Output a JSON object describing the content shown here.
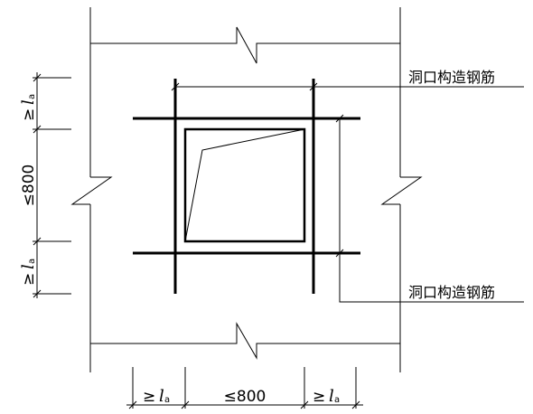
{
  "callouts": {
    "upper": "洞口构造钢筋",
    "lower": "洞口构造钢筋"
  },
  "dimensions": {
    "geq_symbol": "≥",
    "anchor_main": "l",
    "anchor_sub": "a",
    "opening_max": "≤800"
  },
  "colors": {
    "ink": "#000000",
    "paper": "#ffffff"
  }
}
